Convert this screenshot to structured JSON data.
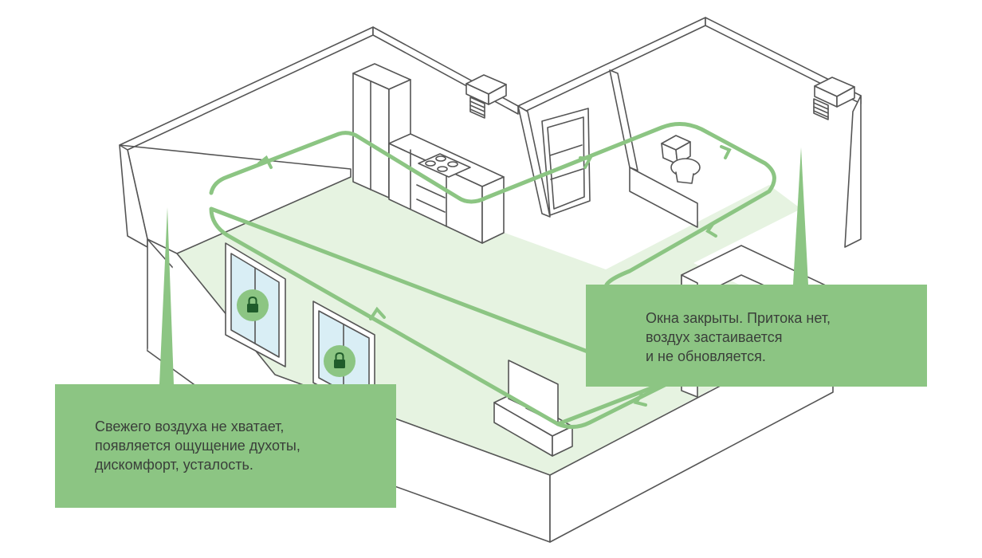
{
  "callouts": {
    "left": {
      "lines": [
        "Свежего воздуха не хватает,",
        "появляется ощущение духоты,",
        "дискомфорт, усталость."
      ]
    },
    "right": {
      "lines": [
        "Окна закрыты. Притока нет,",
        "воздух застаивается",
        "и не обновляется."
      ]
    }
  },
  "colors": {
    "callout_bg": "#8cc583",
    "airflow": "#8cc583",
    "floor": "#e6f3e1",
    "wall_line": "#555555",
    "glass": "#d9eef5",
    "lock_badge": "#8cc583",
    "lock_icon": "#1f5c2a"
  },
  "icons": [
    "lock-icon",
    "vent-grille-icon",
    "toilet-icon",
    "stove-icon",
    "tv-icon",
    "door-icon",
    "window-icon",
    "airflow-arrow-icon"
  ]
}
